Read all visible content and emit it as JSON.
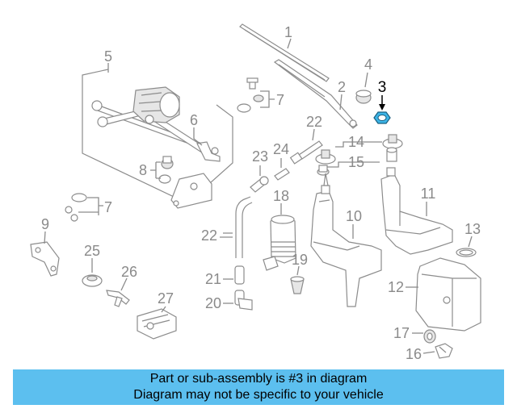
{
  "diagram": {
    "highlight_color": "#3cb4e6",
    "callouts": [
      "1",
      "2",
      "3",
      "4",
      "5",
      "6",
      "7",
      "7",
      "8",
      "9",
      "10",
      "11",
      "12",
      "13",
      "14",
      "15",
      "16",
      "17",
      "18",
      "19",
      "20",
      "21",
      "22",
      "22",
      "23",
      "24",
      "25",
      "26",
      "27"
    ]
  },
  "banner": {
    "line1": "Part or sub-assembly is #3 in diagram",
    "line2": "Diagram may not be specific to your vehicle",
    "background": "#5cbfef"
  }
}
